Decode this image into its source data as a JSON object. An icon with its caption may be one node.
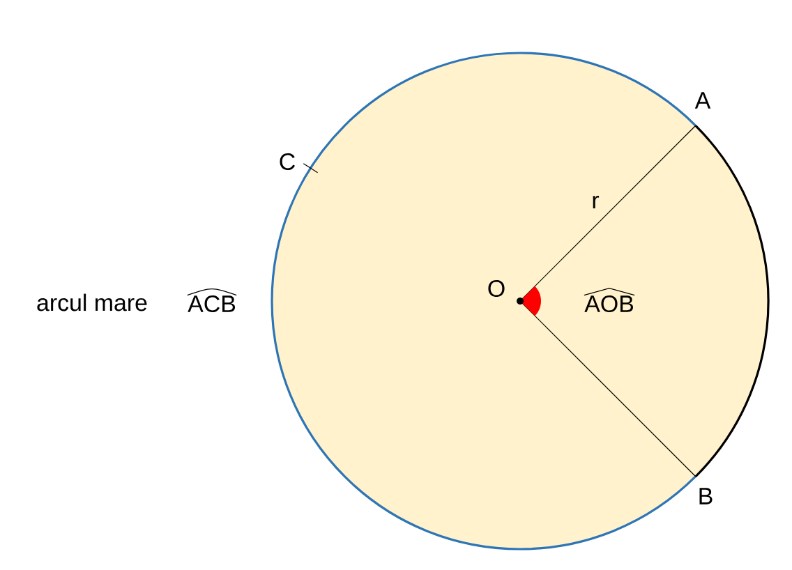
{
  "diagram": {
    "labels": [
      "A",
      "C",
      "r",
      "arcul mare",
      "ACB",
      "O",
      "AOB",
      "B"
    ]
  }
}
